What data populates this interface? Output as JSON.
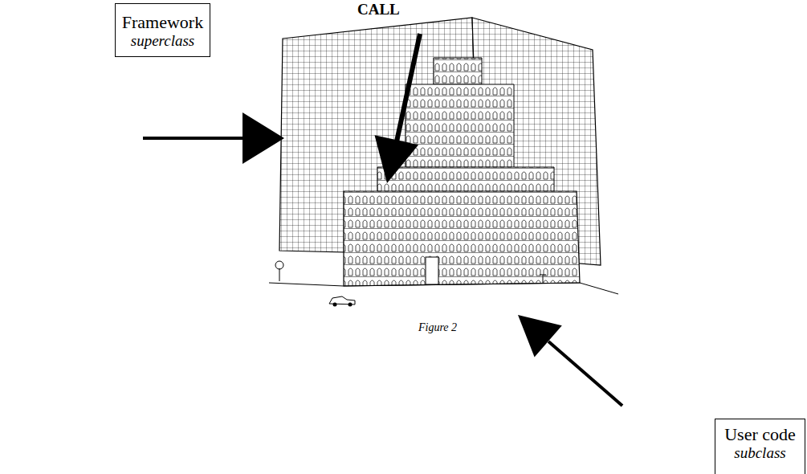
{
  "diagram": {
    "caption": "Figure 2",
    "nodes": [
      {
        "text": [
          "Framework",
          "superclass"
        ]
      },
      {
        "text": [
          "User code",
          "subclass"
        ]
      }
    ],
    "labels": [
      "CALL"
    ]
  }
}
